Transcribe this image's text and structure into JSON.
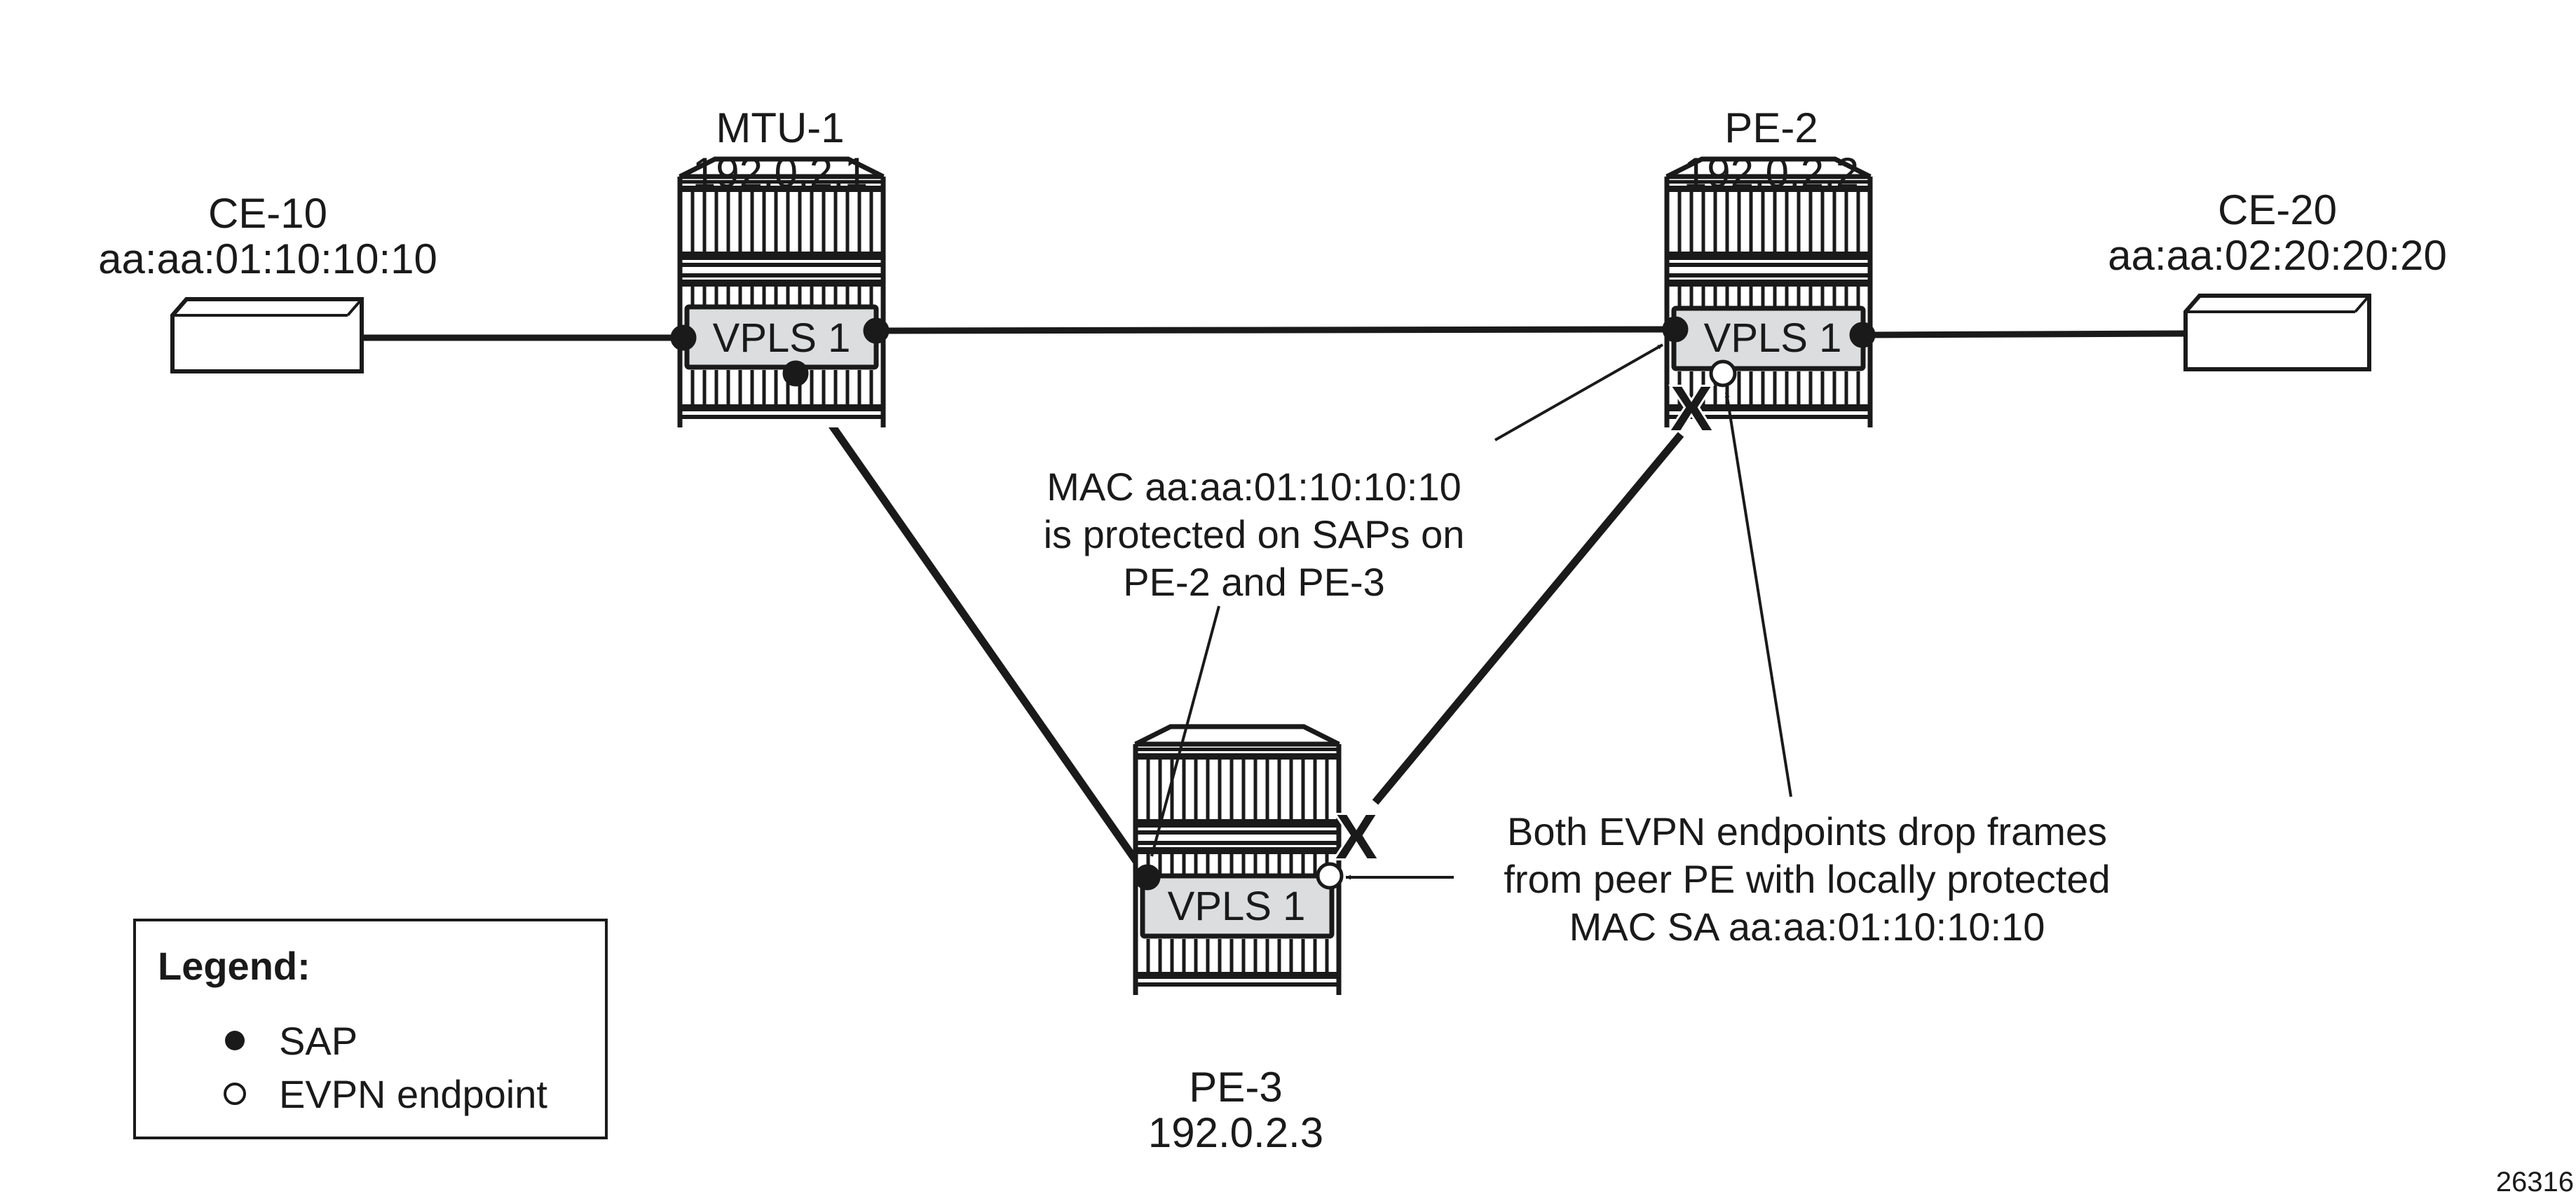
{
  "nodes": {
    "mtu1": {
      "name": "MTU-1",
      "ip": "192.0.2.1",
      "service": "VPLS 1"
    },
    "pe2": {
      "name": "PE-2",
      "ip": "192.0.2.2",
      "service": "VPLS 1"
    },
    "pe3": {
      "name": "PE-3",
      "ip": "192.0.2.3",
      "service": "VPLS 1"
    },
    "ce10": {
      "name": "CE-10",
      "mac": "aa:aa:01:10:10:10"
    },
    "ce20": {
      "name": "CE-20",
      "mac": "aa:aa:02:20:20:20"
    }
  },
  "annotations": {
    "mac_protected": [
      "MAC aa:aa:01:10:10:10",
      "is protected on SAPs on",
      "PE-2 and PE-3"
    ],
    "evpn_drop": [
      "Both EVPN endpoints drop frames",
      "from peer PE with locally protected",
      "MAC SA aa:aa:01:10:10:10"
    ],
    "blocked_mark": "X"
  },
  "legend": {
    "title": "Legend:",
    "items": [
      {
        "symbol": "filled-circle",
        "label": "SAP"
      },
      {
        "symbol": "open-circle",
        "label": "EVPN endpoint"
      }
    ]
  },
  "figure_id": "26316",
  "colors": {
    "line": "#1a1a1a",
    "service_fill": "#dcdddf",
    "background": "#ffffff"
  }
}
